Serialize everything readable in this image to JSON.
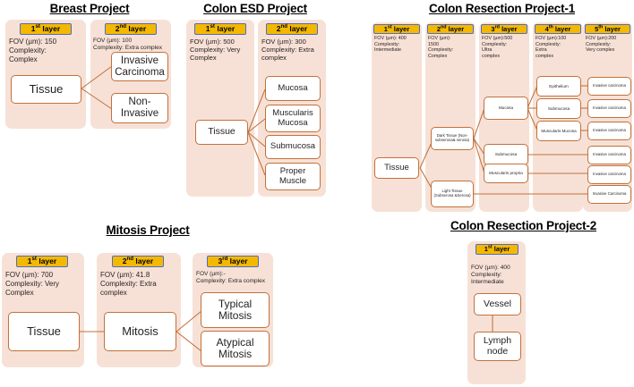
{
  "projects": [
    {
      "id": "breast",
      "title": "Breast Project",
      "layers": [
        {
          "chip": "1st layer",
          "chip_ordinal": "1",
          "chip_suffix": "st",
          "meta": "FOV (µm): 150\nComplexity:\n Complex",
          "fov": "150",
          "complexity": "Complex",
          "nodes": [
            "Tissue"
          ]
        },
        {
          "chip": "2nd layer",
          "chip_ordinal": "2",
          "chip_suffix": "nd",
          "meta": "FOV (µm): 100\nComplexity: Extra complex",
          "fov": "100",
          "complexity": "Extra complex",
          "nodes": [
            "Invasive\nCarcinoma",
            "Non-\nInvasive"
          ]
        }
      ]
    },
    {
      "id": "colon-esd",
      "title": "Colon ESD Project",
      "layers": [
        {
          "chip": "1st layer",
          "chip_ordinal": "1",
          "chip_suffix": "st",
          "meta": "FOV (µm): 500\nComplexity: Very\n Complex",
          "fov": "500",
          "complexity": "Very Complex",
          "nodes": [
            "Tissue"
          ]
        },
        {
          "chip": "2nd layer",
          "chip_ordinal": "2",
          "chip_suffix": "nd",
          "meta": "FOV (µm): 300\nComplexity: Extra\n complex",
          "fov": "300",
          "complexity": "Extra complex",
          "nodes": [
            "Mucosa",
            "Muscularis\nMucosa",
            "Submucosa",
            "Proper\nMuscle"
          ]
        }
      ]
    },
    {
      "id": "colon-resection-1",
      "title": "Colon Resection Project-1",
      "layers": [
        {
          "chip": "1st layer",
          "chip_ordinal": "1",
          "chip_suffix": "st",
          "meta": "FOV (µm): 400\nComplexity:\n  Intermediate",
          "fov": "400",
          "complexity": "Intermediate",
          "nodes": [
            "Tissue"
          ]
        },
        {
          "chip": "2nd layer",
          "chip_ordinal": "2",
          "chip_suffix": "nd",
          "meta": "FOV (µm):\n  1500\nComplexity:\n  Complex",
          "fov": "1500",
          "complexity": "Complex",
          "nodes": [
            "Dark Tissue (Non-subserosa& serosa)",
            "Light Tissue (Subserosa &Serosa)"
          ]
        },
        {
          "chip": "3rd layer",
          "chip_ordinal": "3",
          "chip_suffix": "rd",
          "meta": "FOV (µm):500\nComplexity:\n  Ultra\n  complex",
          "fov": "500",
          "complexity": "Ultra complex",
          "nodes": [
            "Mucosa",
            "Submucosa",
            "Muscularis propria"
          ]
        },
        {
          "chip": "4th layer",
          "chip_ordinal": "4",
          "chip_suffix": "th",
          "meta": "FOV (µm):100\nComplexity:\n  Extra\n  complex",
          "fov": "100",
          "complexity": "Extra complex",
          "nodes": [
            "Epithelium",
            "Submucosa",
            "Muscularis Mucosa"
          ]
        },
        {
          "chip": "5th layer",
          "chip_ordinal": "5",
          "chip_suffix": "th",
          "meta": "FOV (µm):200\nComplexity:\n  Very complex",
          "fov": "200",
          "complexity": "Very complex",
          "nodes": [
            "Invasive carcinoma",
            "Invasive carcinoma",
            "Invasive carcinoma",
            "Invasive carcinoma",
            "Invasive carcinoma",
            "Invasive Carcinoma"
          ]
        }
      ]
    },
    {
      "id": "mitosis",
      "title": "Mitosis Project",
      "layers": [
        {
          "chip": "1st layer",
          "chip_ordinal": "1",
          "chip_suffix": "st",
          "meta": "FOV (µm): 700\nComplexity: Very\n Complex",
          "fov": "700",
          "complexity": "Very Complex",
          "nodes": [
            "Tissue"
          ]
        },
        {
          "chip": "2nd layer",
          "chip_ordinal": "2",
          "chip_suffix": "nd",
          "meta": "FOV (µm): 41.8\nComplexity: Extra\n complex",
          "fov": "41.8",
          "complexity": "Extra complex",
          "nodes": [
            "Mitosis"
          ]
        },
        {
          "chip": "3rd layer",
          "chip_ordinal": "3",
          "chip_suffix": "rd",
          "meta": "FOV (µm):-\nComplexity: Extra complex",
          "fov": "-",
          "complexity": "Extra complex",
          "nodes": [
            "Typical\nMitosis",
            "Atypical\nMitosis"
          ]
        }
      ]
    },
    {
      "id": "colon-resection-2",
      "title": "Colon Resection Project-2",
      "layers": [
        {
          "chip": "1st layer",
          "chip_ordinal": "1",
          "chip_suffix": "st",
          "meta": "FOV (µm): 400\nComplexity:\n  Intermediate",
          "fov": "400",
          "complexity": "Intermediate",
          "nodes": [
            "Vessel",
            "Lymph\nnode"
          ]
        }
      ]
    }
  ],
  "colors": {
    "panel_bg": "#f7e1d6",
    "chip_bg": "#f5b800",
    "chip_border": "#4a6fc4",
    "node_border": "#c1713c",
    "connector": "#c1713c",
    "text": "#231f20"
  }
}
